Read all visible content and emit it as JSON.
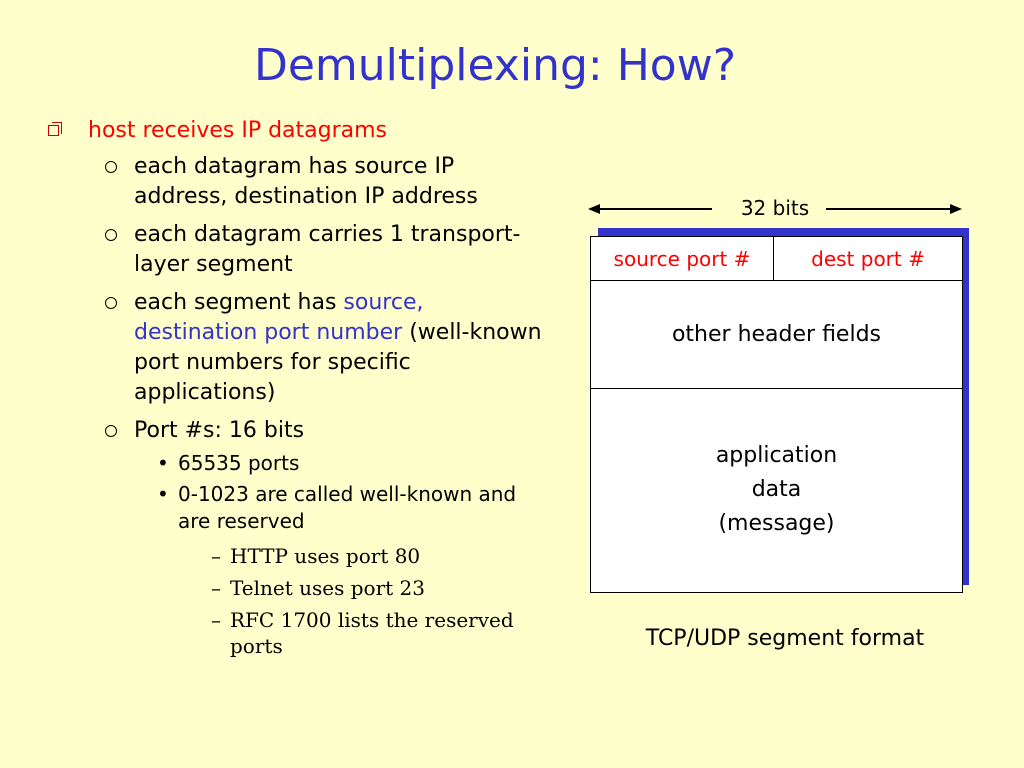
{
  "title": "Demultiplexing: How?",
  "bullets": {
    "main": "host receives IP datagrams",
    "sub1": "each datagram has source IP address, destination IP address",
    "sub2": "each datagram carries 1 transport-layer segment",
    "sub3_pre": "each segment has ",
    "sub3_hl": "source, destination port number",
    "sub3_post": " (well-known port numbers for specific applications)",
    "sub4": "Port #s: 16 bits",
    "sub4_items": [
      "65535 ports",
      "0-1023 are called well-known and are reserved"
    ],
    "sub4_sub_items": [
      "HTTP uses port 80",
      "Telnet uses port 23",
      "RFC 1700 lists the reserved ports"
    ]
  },
  "diagram": {
    "width_label": "32 bits",
    "source_port": "source port #",
    "dest_port": "dest port #",
    "other_fields": "other header fields",
    "app_data": [
      "application",
      "data",
      "(message)"
    ],
    "caption": "TCP/UDP segment format"
  }
}
